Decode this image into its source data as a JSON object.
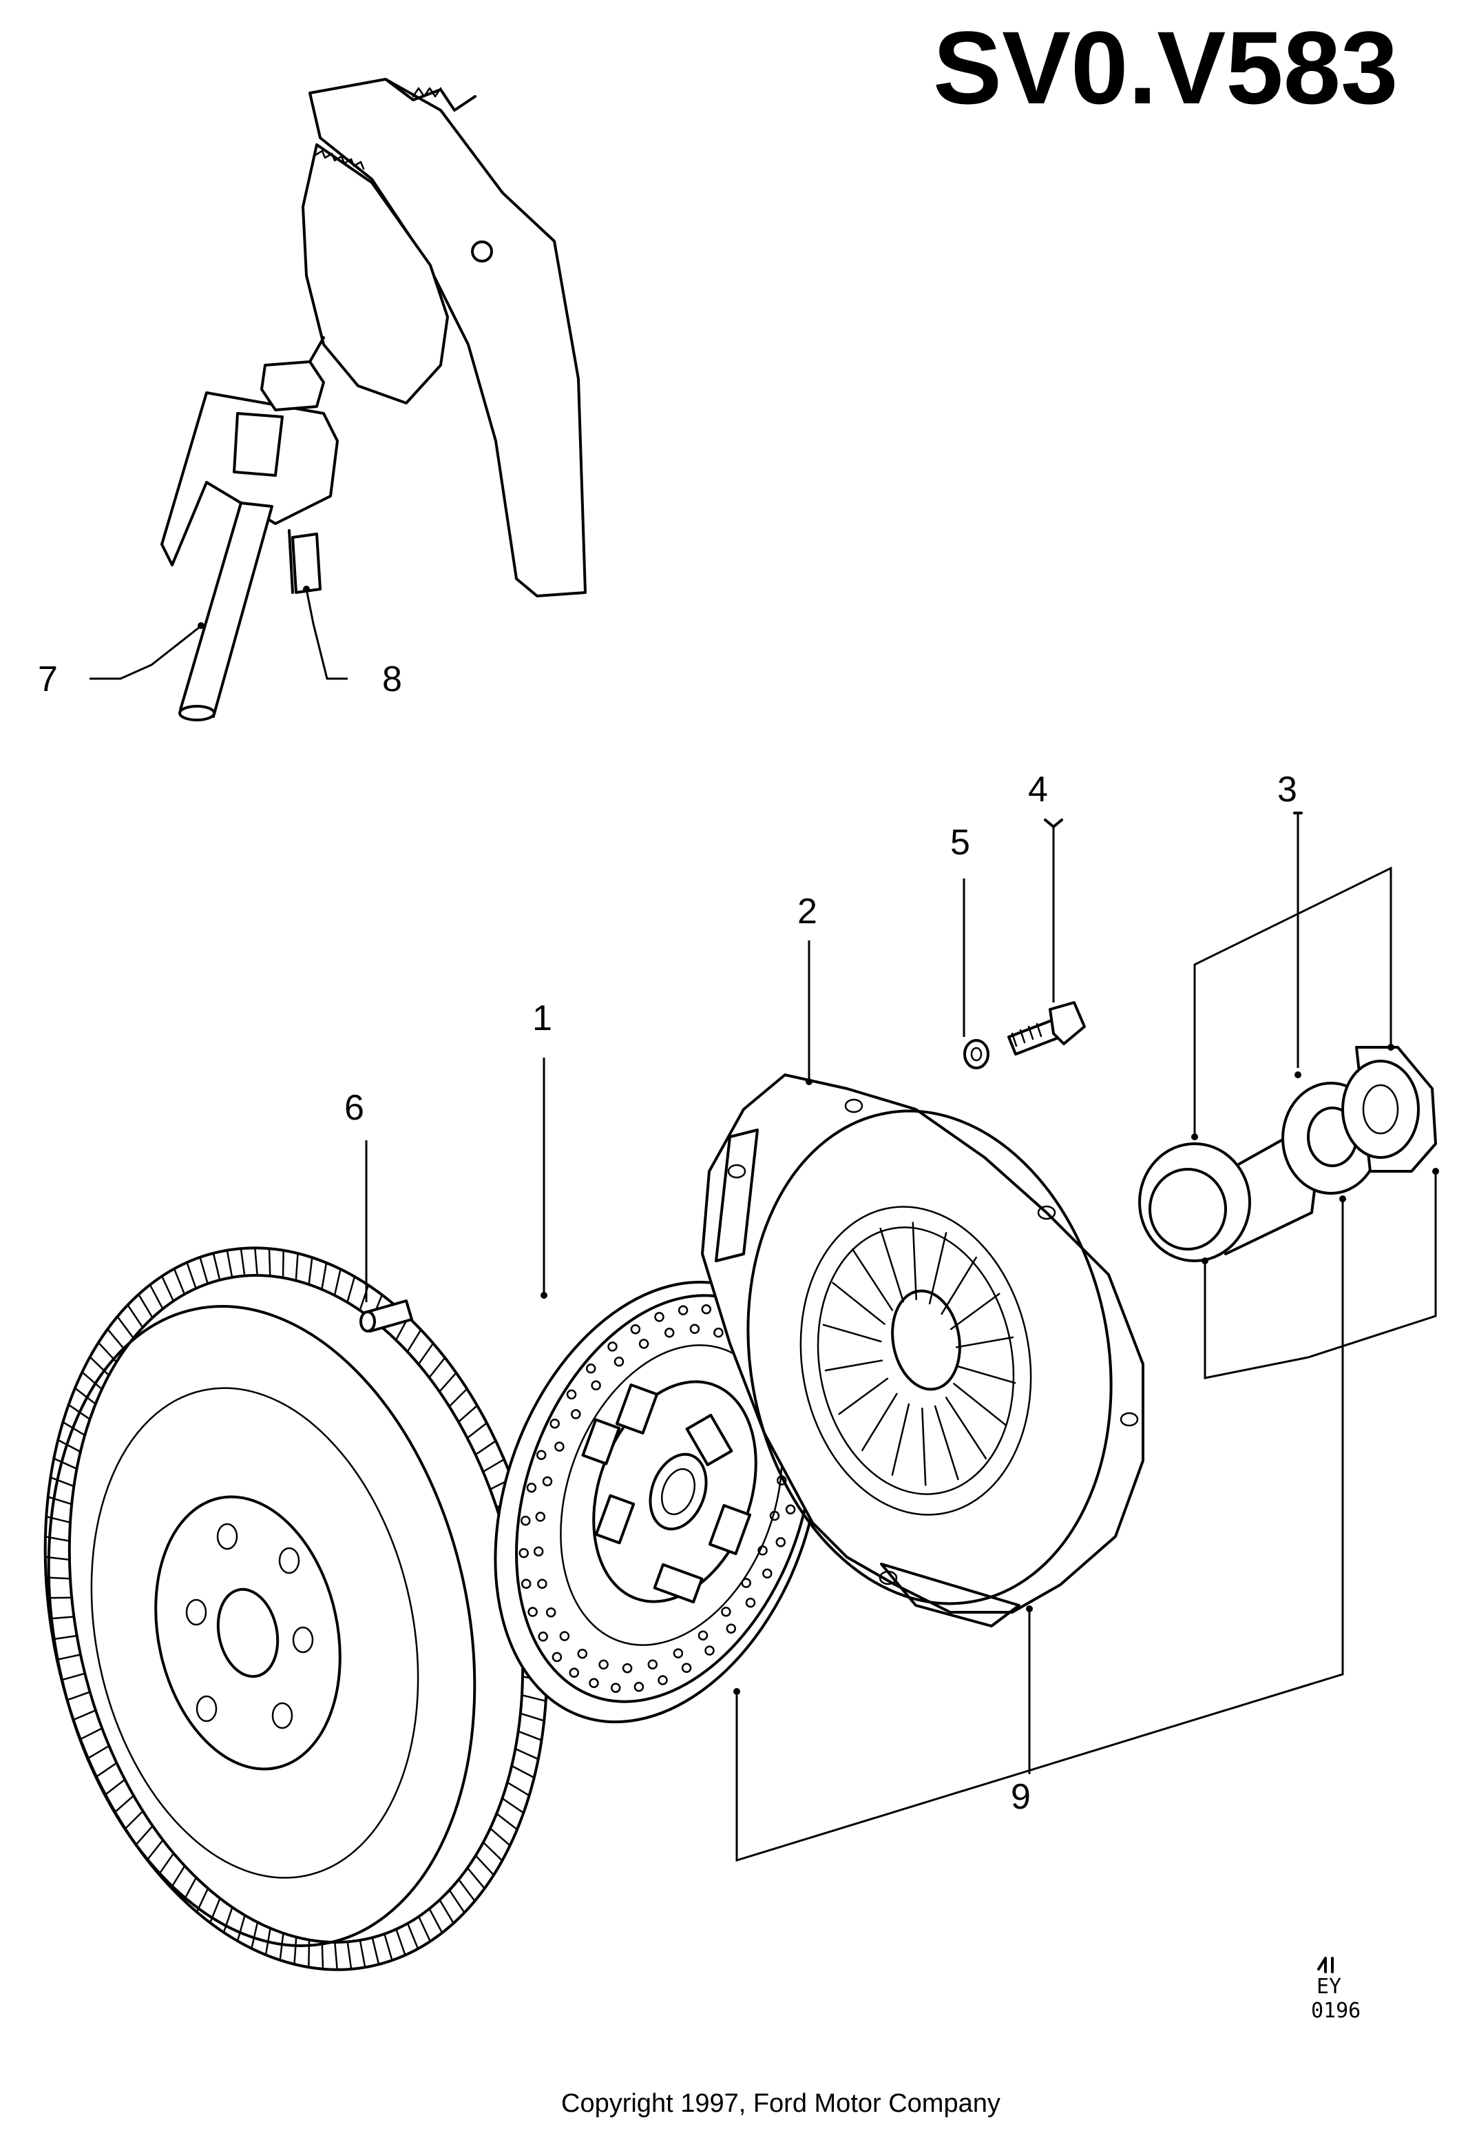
{
  "diagram": {
    "title": "SV0.V583",
    "callouts": {
      "c1": "1",
      "c2": "2",
      "c3": "3",
      "c4": "4",
      "c5": "5",
      "c6": "6",
      "c7": "7",
      "c8": "8",
      "c9": "9"
    },
    "code_line1": "EY",
    "code_line2": "0196",
    "copyright": "Copyright 1997, Ford Motor Company"
  }
}
